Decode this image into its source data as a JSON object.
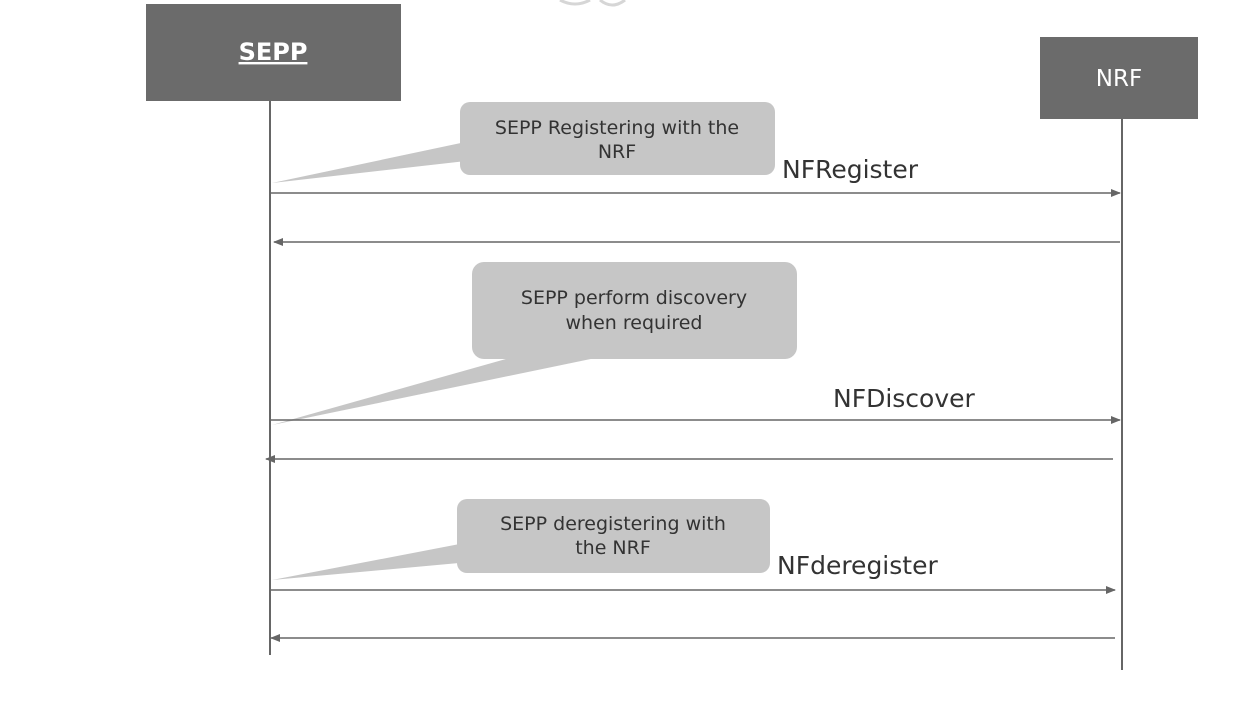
{
  "participants": {
    "sepp": {
      "label": "SEPP"
    },
    "nrf": {
      "label": "NRF"
    }
  },
  "messages": {
    "register": {
      "label": "NFRegister"
    },
    "discover": {
      "label": "NFDiscover"
    },
    "deregister": {
      "label": "NFderegister"
    }
  },
  "notes": {
    "register": {
      "line1": "SEPP Registering with the",
      "line2": "NRF"
    },
    "discovery": {
      "line1": "SEPP perform discovery",
      "line2": "when required"
    },
    "deregister": {
      "line1": "SEPP deregistering with",
      "line2": "the NRF"
    }
  },
  "colors": {
    "participant_fill": "#6b6b6b",
    "note_fill": "#c6c6c6",
    "line": "#666666"
  }
}
